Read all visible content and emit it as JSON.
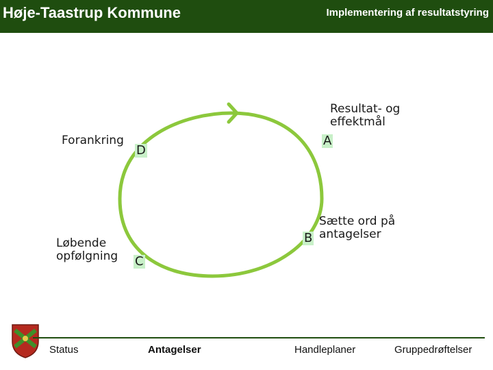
{
  "header": {
    "title": "Høje-Taastrup Kommune",
    "subtitle": "Implementering af resultatstyring",
    "background_color": "#1f4d0f"
  },
  "diagram": {
    "cycle_color": "#8cc83c",
    "nodes": [
      {
        "letter": "A",
        "label": "Resultat- og\neffektmål"
      },
      {
        "letter": "B",
        "label": "Sætte ord på\nantagelser"
      },
      {
        "letter": "C",
        "label": "Løbende\nopfølgning"
      },
      {
        "letter": "D",
        "label": "Forankring"
      }
    ]
  },
  "footer": {
    "items": [
      "Status",
      "Antagelser",
      "Handleplaner",
      "Gruppedrøftelser"
    ],
    "logo_icon": "municipal-coat-of-arms-icon"
  }
}
